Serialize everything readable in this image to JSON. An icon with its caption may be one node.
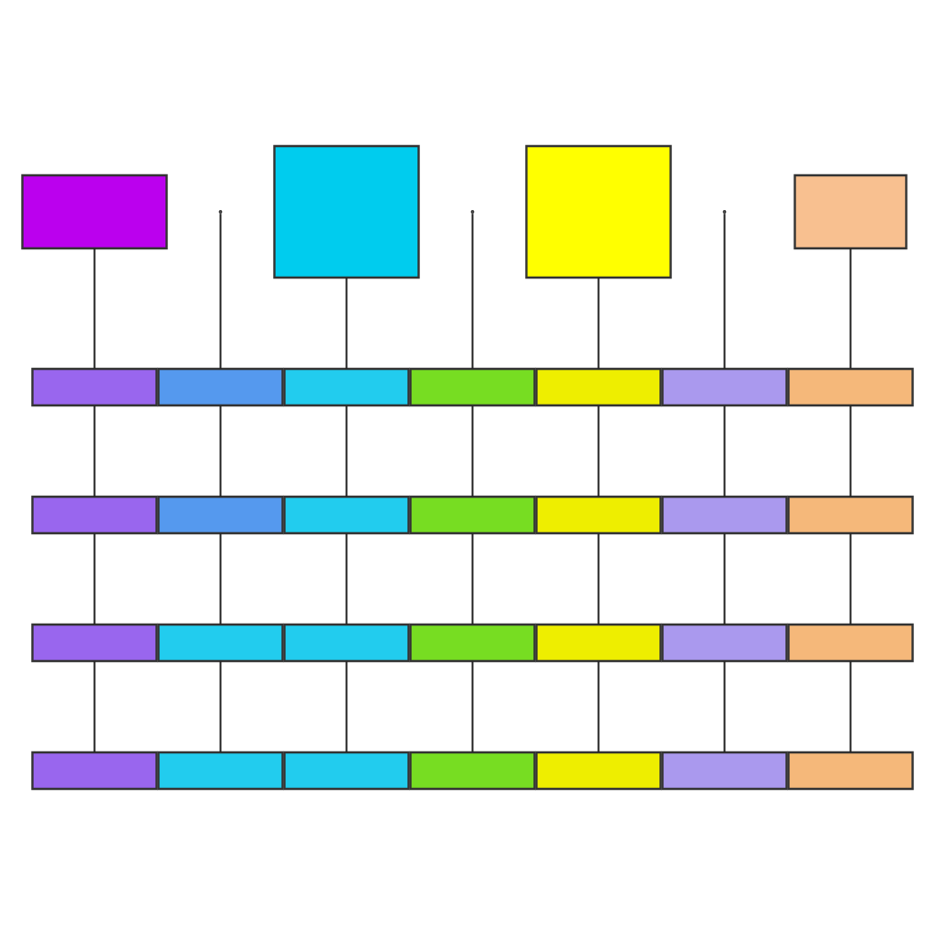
{
  "diagram": {
    "nodes": [
      {
        "text": [],
        "shape": "box"
      },
      {
        "text": [],
        "shape": "box"
      },
      {
        "text": [],
        "shape": "box"
      },
      {
        "text": [],
        "shape": "box"
      },
      {
        "text": [],
        "shape": "box"
      },
      {
        "text": [],
        "shape": "box"
      },
      {
        "text": [],
        "shape": "box"
      },
      {
        "text": [],
        "shape": "box"
      },
      {
        "text": [],
        "shape": "box"
      },
      {
        "text": [],
        "shape": "box"
      },
      {
        "text": [],
        "shape": "box"
      },
      {
        "text": [],
        "shape": "box"
      },
      {
        "text": [],
        "shape": "box"
      },
      {
        "text": [],
        "shape": "box"
      },
      {
        "text": [],
        "shape": "box"
      },
      {
        "text": [],
        "shape": "box"
      },
      {
        "text": [],
        "shape": "box"
      },
      {
        "text": [],
        "shape": "box"
      },
      {
        "text": [],
        "shape": "box"
      },
      {
        "text": [],
        "shape": "box"
      },
      {
        "text": [],
        "shape": "box"
      },
      {
        "text": [],
        "shape": "box"
      },
      {
        "text": [],
        "shape": "box"
      },
      {
        "text": [],
        "shape": "box"
      },
      {
        "text": [],
        "shape": "box"
      },
      {
        "text": [],
        "shape": "box"
      },
      {
        "text": [],
        "shape": "box"
      },
      {
        "text": [],
        "shape": "box"
      },
      {
        "text": [],
        "shape": "box"
      },
      {
        "text": [],
        "shape": "box"
      },
      {
        "text": [],
        "shape": "box"
      },
      {
        "text": [],
        "shape": "box"
      }
    ],
    "edges": [
      {
        "from": 0,
        "to": 4,
        "arrow": "none"
      },
      {
        "from": null,
        "to": 5,
        "arrow": "none"
      },
      {
        "from": 1,
        "to": 6,
        "arrow": "none"
      },
      {
        "from": null,
        "to": 7,
        "arrow": "none"
      },
      {
        "from": 2,
        "to": 8,
        "arrow": "none"
      },
      {
        "from": null,
        "to": 9,
        "arrow": "none"
      },
      {
        "from": 3,
        "to": 10,
        "arrow": "none"
      },
      {
        "from": 4,
        "to": 11,
        "arrow": "none"
      },
      {
        "from": 5,
        "to": 12,
        "arrow": "none"
      },
      {
        "from": 6,
        "to": 13,
        "arrow": "none"
      },
      {
        "from": 7,
        "to": 14,
        "arrow": "none"
      },
      {
        "from": 8,
        "to": 15,
        "arrow": "none"
      },
      {
        "from": 9,
        "to": 16,
        "arrow": "none"
      },
      {
        "from": 10,
        "to": 17,
        "arrow": "none"
      },
      {
        "from": 11,
        "to": 18,
        "arrow": "none"
      },
      {
        "from": 12,
        "to": 19,
        "arrow": "none"
      },
      {
        "from": 13,
        "to": 20,
        "arrow": "none"
      },
      {
        "from": 14,
        "to": 21,
        "arrow": "none"
      },
      {
        "from": 15,
        "to": 22,
        "arrow": "none"
      },
      {
        "from": 16,
        "to": 23,
        "arrow": "none"
      },
      {
        "from": 17,
        "to": 24,
        "arrow": "none"
      },
      {
        "from": 18,
        "to": 25,
        "arrow": "none"
      },
      {
        "from": 19,
        "to": 26,
        "arrow": "none"
      },
      {
        "from": 20,
        "to": 27,
        "arrow": "none"
      },
      {
        "from": 21,
        "to": 28,
        "arrow": "none"
      },
      {
        "from": 22,
        "to": 29,
        "arrow": "none"
      },
      {
        "from": 23,
        "to": 30,
        "arrow": "none"
      },
      {
        "from": 24,
        "to": 31,
        "arrow": "none"
      }
    ]
  }
}
